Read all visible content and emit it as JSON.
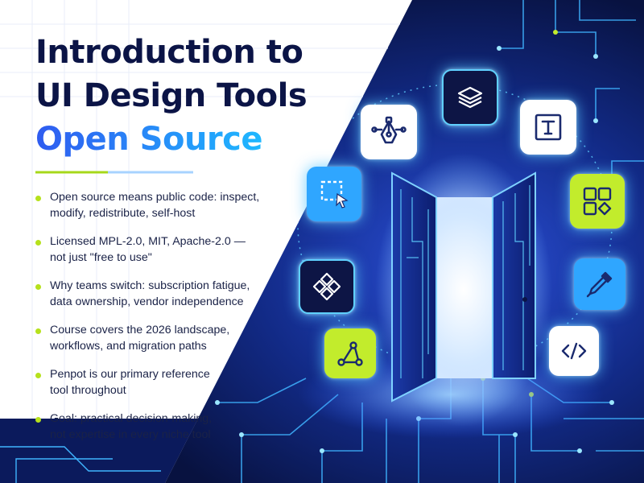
{
  "title": {
    "line1": "Introduction to",
    "line2": "UI Design Tools",
    "line3": "Open Source"
  },
  "bullets": [
    "Open source means public code: inspect,\nmodify, redistribute, self-host",
    "Licensed MPL-2.0, MIT, Apache-2.0 —\nnot just \"free to use\"",
    "Why teams switch: subscription fatigue,\ndata ownership, vendor independence",
    "Course covers the 2026 landscape,\nworkflows, and migration paths",
    "Penpot is our primary reference\ntool throughout",
    "Goal: practical decision-making,\nnot expertise in every niche tool"
  ],
  "icons": [
    "pen-tool-icon",
    "layers-icon",
    "text-tool-icon",
    "selection-cursor-icon",
    "layout-grid-icon",
    "components-icon",
    "color-picker-icon",
    "connector-nodes-icon",
    "code-icon"
  ],
  "colors": {
    "title_dark": "#0b1446",
    "title_accent_start": "#2f5bf0",
    "title_accent_end": "#1fb8ff",
    "bullet_dot": "#b6e11c",
    "background_navy": "#0a1440",
    "glow_cyan": "#5fd0ff",
    "accent_lime": "#c2ec2c"
  }
}
